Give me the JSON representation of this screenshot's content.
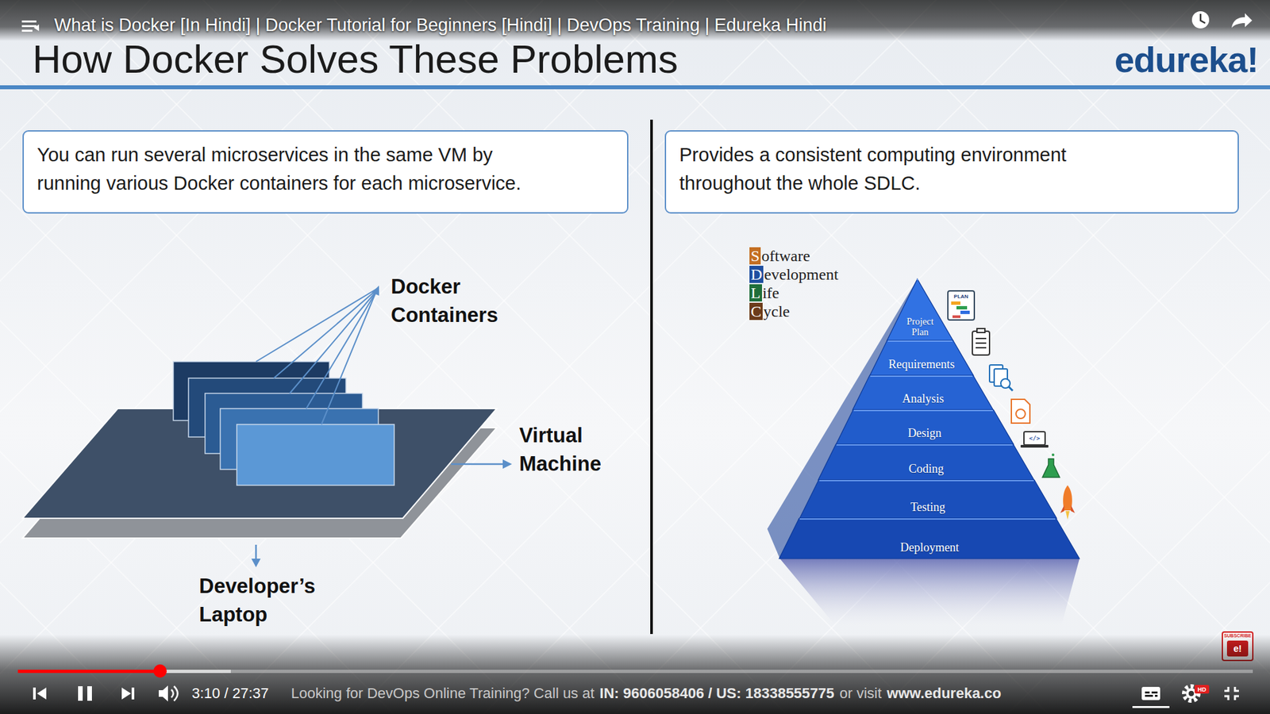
{
  "diagram": {
    "title": "How Docker Solves These Problems",
    "nodes": [
      {
        "text": [
          "You can run several microservices in the same VM by running various Docker containers for each microservice."
        ]
      },
      {
        "text": [
          "Provides a consistent computing environment throughout the whole SDLC."
        ]
      },
      {
        "text": [
          "Project Plan"
        ]
      },
      {
        "text": [
          "Requirements"
        ]
      },
      {
        "text": [
          "Analysis"
        ]
      },
      {
        "text": [
          "Design"
        ]
      },
      {
        "text": [
          "Coding"
        ]
      },
      {
        "text": [
          "Testing"
        ]
      },
      {
        "text": [
          "Deployment"
        ]
      }
    ],
    "labels": [
      "What is Docker [In Hindi] | Docker Tutorial for Beginners [Hindi] | DevOps Training | Edureka Hindi",
      "edureka!",
      "Docker Containers",
      "Virtual Machine",
      "Developer’s Laptop",
      "Software",
      "Development",
      "Life",
      "Cycle",
      "PLAN",
      "</>",
      "SUBSCRIBE",
      "e!",
      "3:10 / 27:37",
      "Looking for DevOps Online Training? Call us at",
      "IN: 9606058406 / US: 18338555775",
      "or visit",
      "www.edureka.co",
      "HD"
    ]
  }
}
